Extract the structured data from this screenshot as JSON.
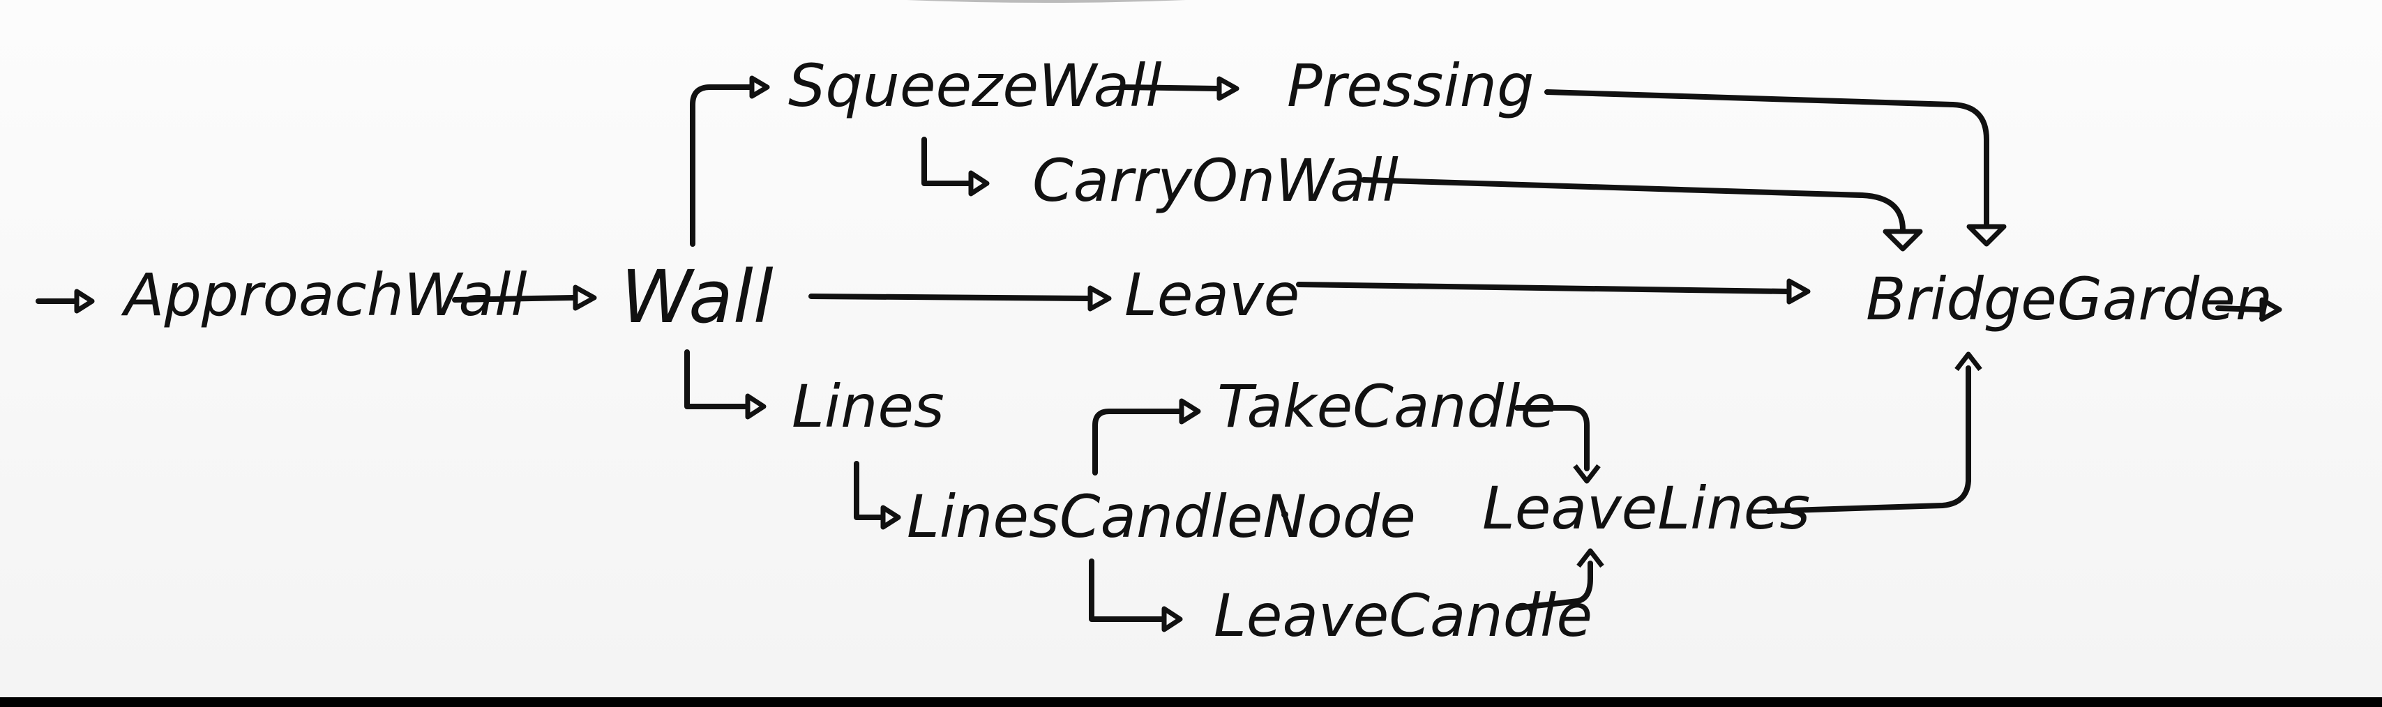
{
  "diagram": {
    "nodes": {
      "approach_wall": "ApproachWall",
      "wall": "Wall",
      "squeeze_wall": "SqueezeWall",
      "pressing": "Pressing",
      "carry_on_wall": "CarryOnWall",
      "leave": "Leave",
      "lines": "Lines",
      "lines_candle_node": "LinesCandleNode",
      "take_candle": "TakeCandle",
      "leave_candle": "LeaveCandle",
      "leave_lines": "LeaveLines",
      "bridge_garden": "BridgeGarden"
    },
    "edges": [
      {
        "from": "entry",
        "to": "approach_wall"
      },
      {
        "from": "approach_wall",
        "to": "wall"
      },
      {
        "from": "wall",
        "to": "squeeze_wall"
      },
      {
        "from": "wall",
        "to": "leave"
      },
      {
        "from": "wall",
        "to": "lines"
      },
      {
        "from": "squeeze_wall",
        "to": "pressing"
      },
      {
        "from": "squeeze_wall",
        "to": "carry_on_wall"
      },
      {
        "from": "pressing",
        "to": "bridge_garden"
      },
      {
        "from": "carry_on_wall",
        "to": "bridge_garden"
      },
      {
        "from": "leave",
        "to": "bridge_garden"
      },
      {
        "from": "lines",
        "to": "lines_candle_node"
      },
      {
        "from": "lines_candle_node",
        "to": "take_candle"
      },
      {
        "from": "lines_candle_node",
        "to": "leave_candle"
      },
      {
        "from": "take_candle",
        "to": "leave_lines"
      },
      {
        "from": "leave_candle",
        "to": "leave_lines"
      },
      {
        "from": "leave_lines",
        "to": "bridge_garden"
      },
      {
        "from": "bridge_garden",
        "to": "exit"
      }
    ]
  }
}
